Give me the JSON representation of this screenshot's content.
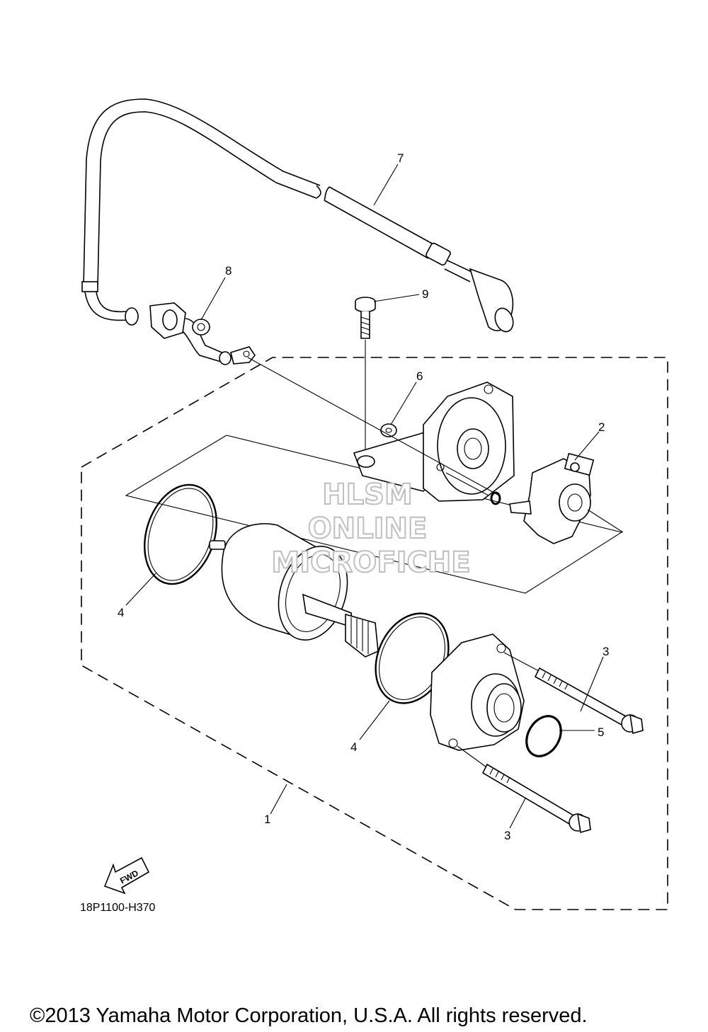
{
  "diagram": {
    "callouts": {
      "c1": "1",
      "c2": "2",
      "c3a": "3",
      "c3b": "3",
      "c4a": "4",
      "c4b": "4",
      "c5": "5",
      "c6": "6",
      "c7": "7",
      "c8": "8",
      "c9": "9"
    },
    "fwd_label": "FWD",
    "diagram_code": "18P1100-H370",
    "watermark": [
      "HLSM",
      "ONLINE",
      "MICROFICHE"
    ],
    "copyright": "©2013 Yamaha Motor Corporation, U.S.A. All rights reserved."
  }
}
